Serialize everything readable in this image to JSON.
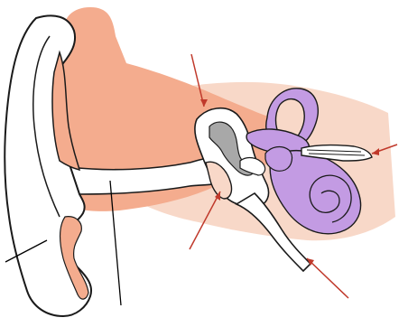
{
  "diagram": {
    "colors": {
      "skin": "#f4ac8e",
      "skin_light": "#f8d8c8",
      "cochlea": "#c39be3",
      "ossicles": "#a8a8a8",
      "outline": "#1a1a1a",
      "pointer_red": "#c0392b",
      "pointer_black": "#000000",
      "background": "#ffffff"
    },
    "parts": [
      "pinna",
      "ear-canal",
      "eardrum",
      "middle-ear",
      "ossicles",
      "semicircular-canals",
      "cochlea",
      "auditory-nerve",
      "eustachian-tube"
    ]
  }
}
